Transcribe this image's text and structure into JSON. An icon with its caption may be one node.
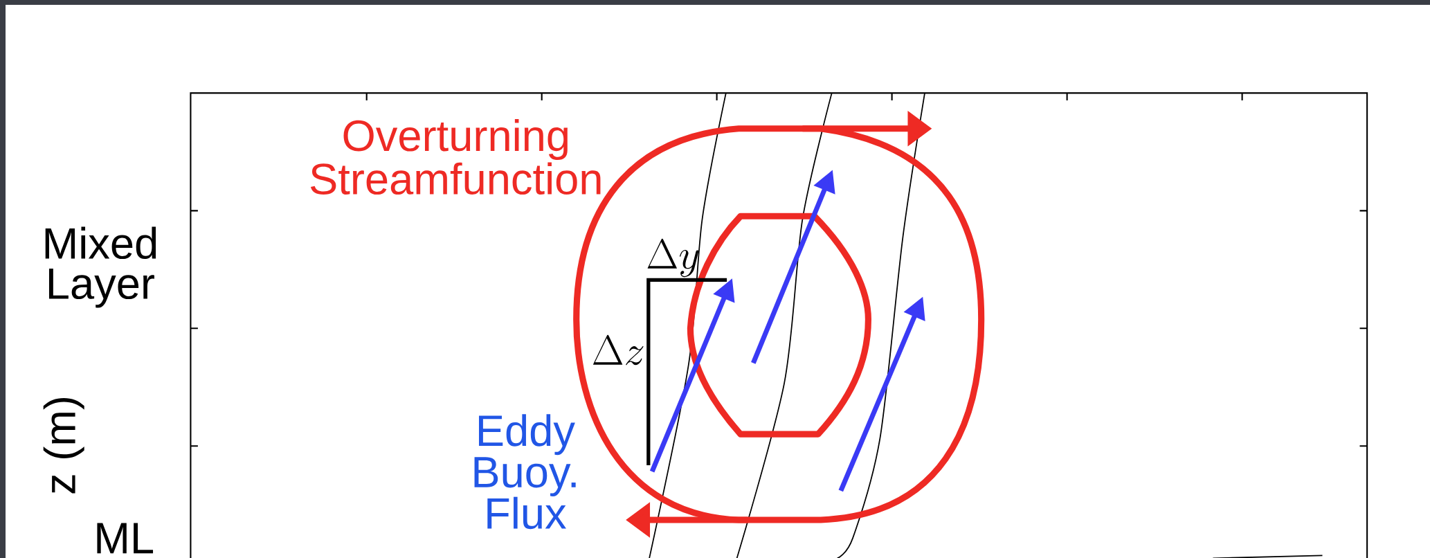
{
  "diagram": {
    "labels": [
      "Overturning Streamfunction",
      "Mixed Layer",
      "\\Delta y",
      "\\Delta z",
      "z (m)",
      "Eddy Buoy. Flux",
      "ML"
    ]
  }
}
